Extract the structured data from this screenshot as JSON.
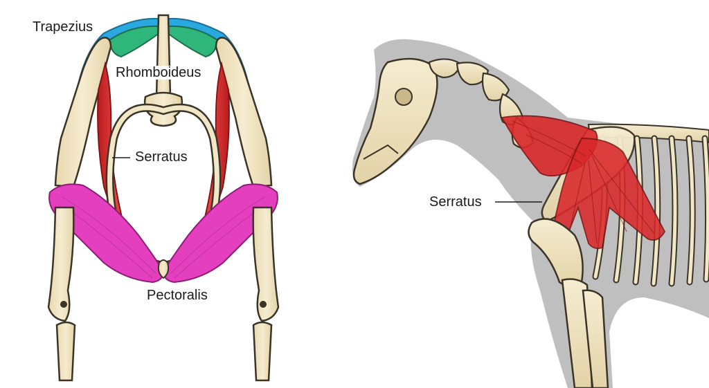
{
  "front_view": {
    "labels": {
      "trapezius": "Trapezius",
      "rhomboideus": "Rhomboideus",
      "serratus": "Serratus",
      "pectoralis": "Pectoralis"
    }
  },
  "side_view": {
    "labels": {
      "serratus": "Serratus"
    }
  },
  "colors": {
    "bone": "#f1e6c6",
    "bone_outline": "#3a3328",
    "trapezius": "#2aa8e0",
    "rhomboideus": "#2fb67a",
    "serratus": "#d9282a",
    "pectoralis": "#e33fbf",
    "silhouette": "#a9a9a9"
  }
}
